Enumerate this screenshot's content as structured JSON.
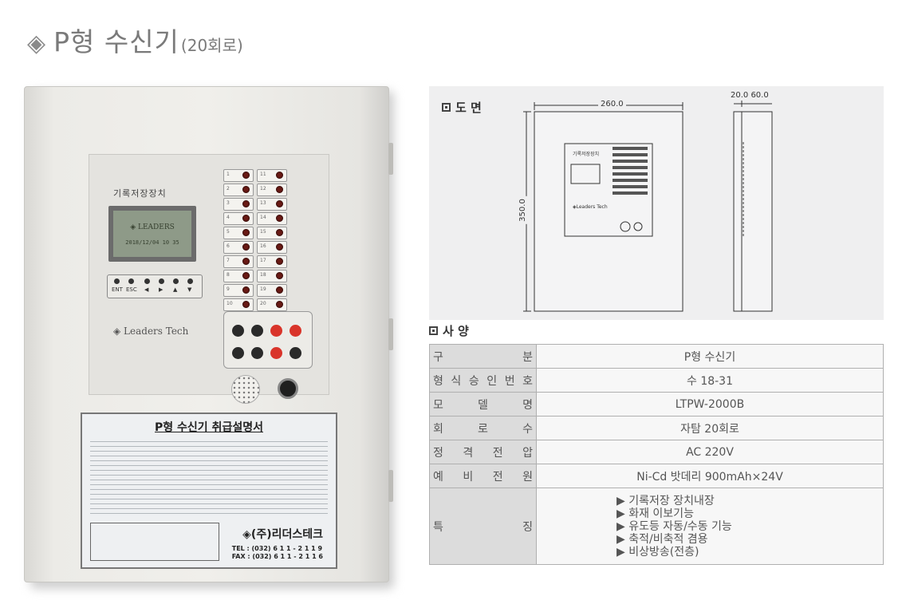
{
  "page": {
    "title_main": "P형 수신기",
    "title_sub": "(20회로)",
    "title_icon": "diamond-icon"
  },
  "device": {
    "record_label": "기록저장장치",
    "lcd_brand": "◈ LEADERS",
    "lcd_datetime": "2018/12/04 10 35",
    "keys": [
      "ENT",
      "ESC",
      "◀",
      "▶",
      "▲",
      "▼"
    ],
    "brand": "◈ Leaders Tech",
    "manual_title": "P형 수신기 취급설명서",
    "company": "◈(주)리더스테크",
    "tel": "TEL : (032) 6 1 1 - 2 1 1 9",
    "fax": "FAX : (032) 6 1 1 - 2 1 1 6"
  },
  "drawing": {
    "header": "도 면",
    "width_dim": "260.0",
    "height_dim": "350.0",
    "side_dims": "20.0  60.0",
    "mini_label": "기록저장장치",
    "mini_brand": "◈Leaders Tech"
  },
  "spec": {
    "header": "사 양",
    "rows": [
      {
        "label": [
          "구",
          "분"
        ],
        "value": "P형 수신기"
      },
      {
        "label": [
          "형",
          "식",
          "승",
          "인",
          "번",
          "호"
        ],
        "value": "수 18-31"
      },
      {
        "label": [
          "모",
          "델",
          "명"
        ],
        "value": "LTPW-2000B"
      },
      {
        "label": [
          "회",
          "로",
          "수"
        ],
        "value": "자탐 20회로"
      },
      {
        "label": [
          "정",
          "격",
          "전",
          "압"
        ],
        "value": "AC 220V"
      },
      {
        "label": [
          "예",
          "비",
          "전",
          "원"
        ],
        "value": "Ni-Cd 밧데리 900mAh×24V"
      }
    ],
    "feature_label": [
      "특",
      "징"
    ],
    "features": [
      "▶ 기록저장 장치내장",
      "▶ 화재 이보기능",
      "▶ 유도등 자동/수동 기능",
      "▶ 축적/비축적 겸용",
      "▶ 비상방송(전층)"
    ]
  }
}
